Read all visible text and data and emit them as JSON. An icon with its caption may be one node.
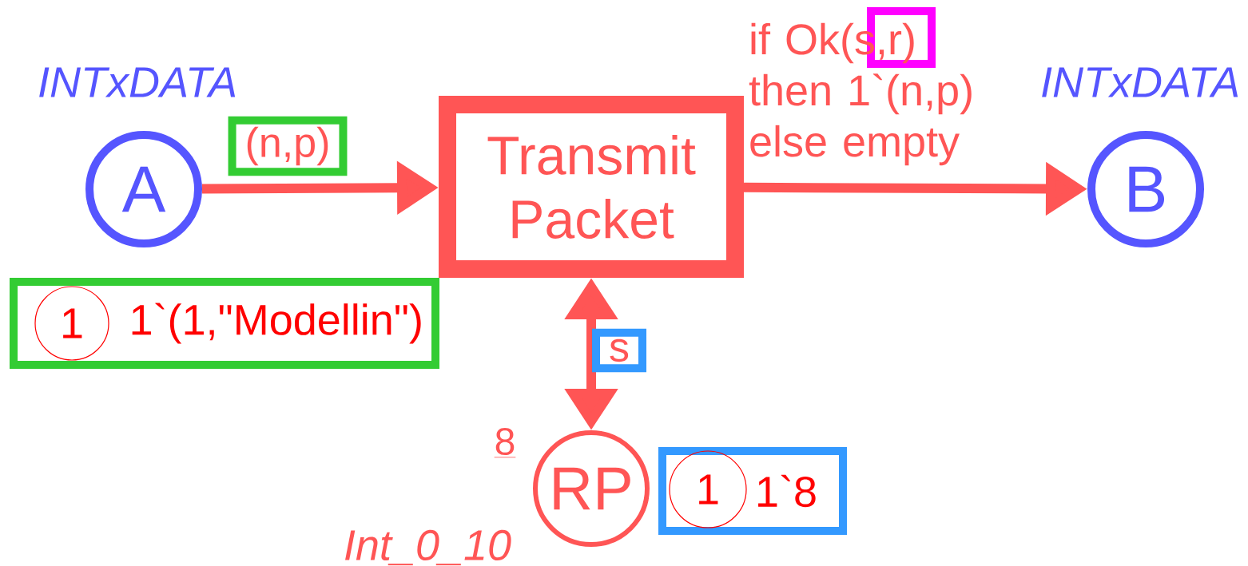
{
  "diagram": {
    "nodes": [
      {
        "text": [
          "A"
        ],
        "beside": [
          "INTxDATA"
        ]
      },
      {
        "text": [
          "Transmit Packet"
        ]
      },
      {
        "text": [
          "B"
        ],
        "beside": [
          "INTxDATA"
        ]
      },
      {
        "text": [
          "RP"
        ],
        "beside": [
          "8",
          "Int_0_10"
        ]
      },
      {
        "text": [
          "1`(1,\"Modellin\")"
        ]
      },
      {
        "text": [
          "1"
        ],
        "in": 4
      },
      {
        "text": [
          "1`8"
        ]
      },
      {
        "text": [
          "1"
        ],
        "in": 6
      }
    ],
    "edges": [
      {
        "from": 0,
        "to": 1,
        "arrow": "to",
        "label": "(n,p)"
      },
      {
        "from": 1,
        "to": 2,
        "arrow": "to",
        "label": "if Ok(s,r) then 1`(n,p) else empty"
      },
      {
        "from": 1,
        "to": 3,
        "arrow": "both",
        "label": "s"
      }
    ]
  }
}
